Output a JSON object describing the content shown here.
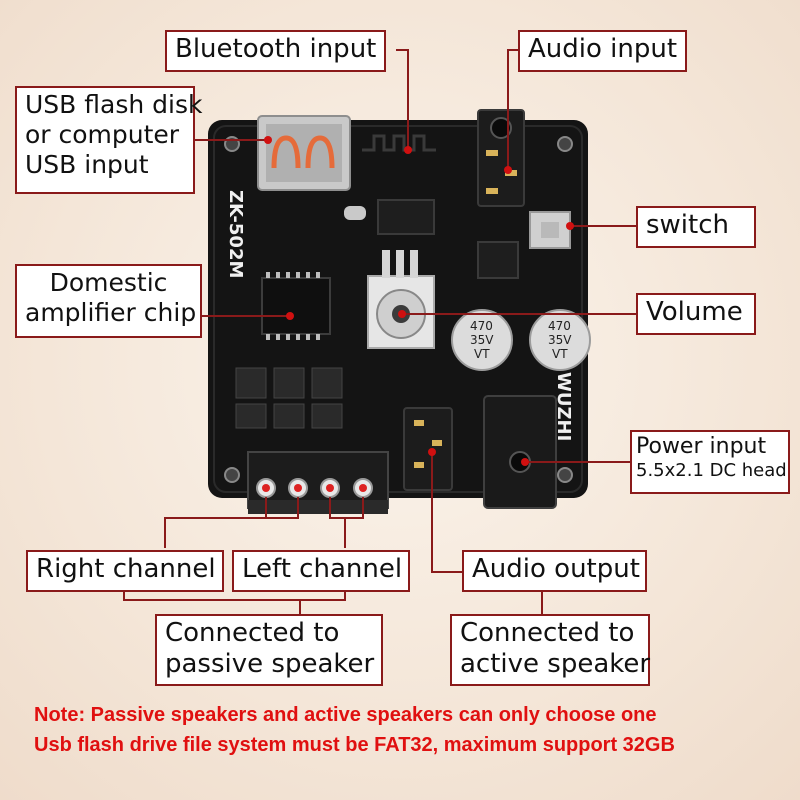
{
  "board": {
    "model": "ZK-502M",
    "brand": "WUZHI",
    "capacitor_text": [
      "470",
      "35V",
      "VT"
    ]
  },
  "labels": {
    "bluetooth_input": "Bluetooth input",
    "audio_input": "Audio input",
    "usb_input": [
      "USB flash disk",
      "or computer",
      "USB input"
    ],
    "switch": "switch",
    "amplifier_chip": [
      "Domestic",
      "amplifier chip"
    ],
    "volume": "Volume",
    "power_input": [
      "Power input",
      "5.5x2.1 DC head"
    ],
    "right_channel": "Right channel",
    "left_channel": "Left channel",
    "audio_output": "Audio output",
    "passive_speaker": [
      "Connected to",
      "passive speaker"
    ],
    "active_speaker": [
      "Connected to",
      "active speaker"
    ]
  },
  "notes": [
    "Note: Passive speakers and active speakers can only choose one",
    "Usb flash drive file system must be FAT32, maximum support 32GB"
  ],
  "colors": {
    "leader": "#8a1a1a",
    "note": "#e01010",
    "board": "#141414"
  }
}
